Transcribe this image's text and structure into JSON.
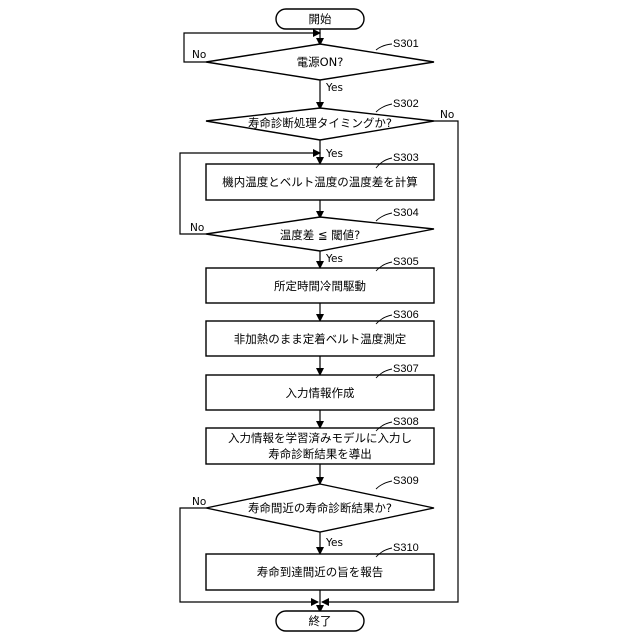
{
  "terminals": {
    "start": "開始",
    "end": "終了"
  },
  "steps": {
    "s301": {
      "id": "S301",
      "text": "電源ON?"
    },
    "s302": {
      "id": "S302",
      "text": "寿命診断処理タイミングか?"
    },
    "s303": {
      "id": "S303",
      "text": "機内温度とベルト温度の温度差を計算"
    },
    "s304": {
      "id": "S304",
      "text": "温度差 ≦ 閾値?"
    },
    "s305": {
      "id": "S305",
      "text": "所定時間冷間駆動"
    },
    "s306": {
      "id": "S306",
      "text": "非加熱のまま定着ベルト温度測定"
    },
    "s307": {
      "id": "S307",
      "text": "入力情報作成"
    },
    "s308": {
      "id": "S308",
      "line1": "入力情報を学習済みモデルに入力し",
      "line2": "寿命診断結果を導出"
    },
    "s309": {
      "id": "S309",
      "text": "寿命間近の寿命診断結果か?"
    },
    "s310": {
      "id": "S310",
      "text": "寿命到達間近の旨を報告"
    }
  },
  "branch_labels": {
    "s301_yes": "Yes",
    "s301_no": "No",
    "s302_yes": "Yes",
    "s302_no": "No",
    "s304_yes": "Yes",
    "s304_no": "No",
    "s309_yes": "Yes",
    "s309_no": "No"
  }
}
